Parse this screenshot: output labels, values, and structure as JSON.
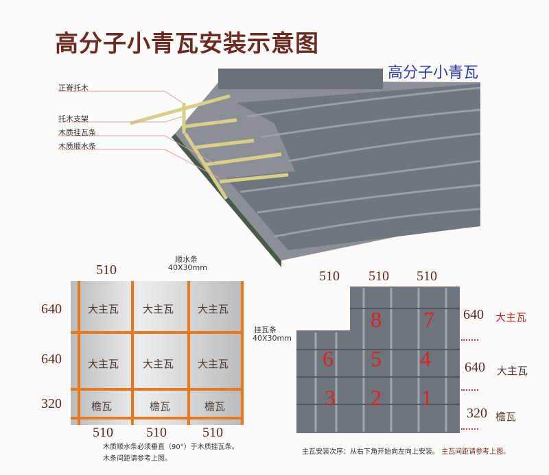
{
  "title": "高分子小青瓦安装示意图",
  "product": "高分子小青瓦",
  "labels": [
    "正脊托木",
    "托木支架",
    "木质挂瓦条",
    "木质顺水条"
  ],
  "left_diagram": {
    "top_dim": "510",
    "batten_v": "顺水条",
    "batten_v_size": "40X30mm",
    "batten_h": "挂瓦条",
    "batten_h_size": "40X30mm",
    "row_dims": [
      "640",
      "640",
      "320"
    ],
    "bottom_dims": [
      "510",
      "510",
      "510"
    ],
    "rows": [
      [
        "大主瓦",
        "大主瓦",
        "大主瓦"
      ],
      [
        "大主瓦",
        "大主瓦",
        "大主瓦"
      ],
      [
        "檐瓦",
        "檐瓦",
        "檐瓦"
      ]
    ],
    "note1": "木质顺水条必须垂直（90°）于木质挂瓦条。",
    "note2": "木条间距请参考上图。"
  },
  "right_diagram": {
    "top_dims": [
      "510",
      "510",
      "510"
    ],
    "sequence": [
      "8",
      "7",
      "6",
      "5",
      "4",
      "3",
      "2",
      "1"
    ],
    "rows": [
      {
        "dim": "640",
        "name": "大主瓦"
      },
      {
        "dim": "640",
        "name": "大主瓦"
      },
      {
        "dim": "320",
        "name": "檐瓦"
      }
    ],
    "note_a": "主瓦安装次序：从右下角开始向左向上安装",
    "note_b": "。 主瓦间距请参考上图。"
  }
}
